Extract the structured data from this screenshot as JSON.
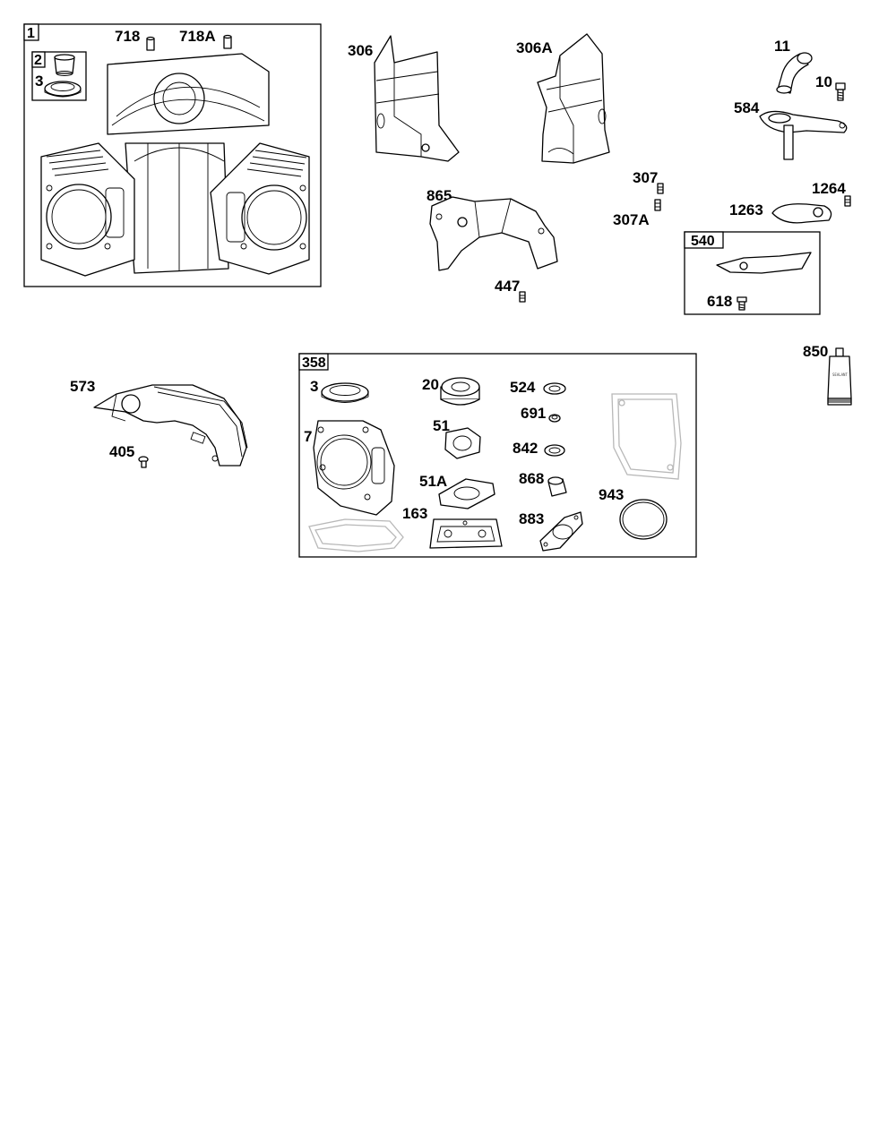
{
  "labels": {
    "p718": "718",
    "p718A": "718A",
    "p3_top": "3",
    "p306": "306",
    "p306A": "306A",
    "p11": "11",
    "p10": "10",
    "p584": "584",
    "p307": "307",
    "p307A": "307A",
    "p865": "865",
    "p447": "447",
    "p1264": "1264",
    "p1263": "1263",
    "p618": "618",
    "p850": "850",
    "p573": "573",
    "p405": "405",
    "p3_kit": "3",
    "p20": "20",
    "p524": "524",
    "p691": "691",
    "p51": "51",
    "p7": "7",
    "p842": "842",
    "p51A": "51A",
    "p868": "868",
    "p943": "943",
    "p163": "163",
    "p883": "883"
  },
  "boxes": {
    "engine_block": "1",
    "sleeve_kit": "2",
    "baffle_kit": "540",
    "gasket_set": "358"
  },
  "tube_text": "SEALANT"
}
